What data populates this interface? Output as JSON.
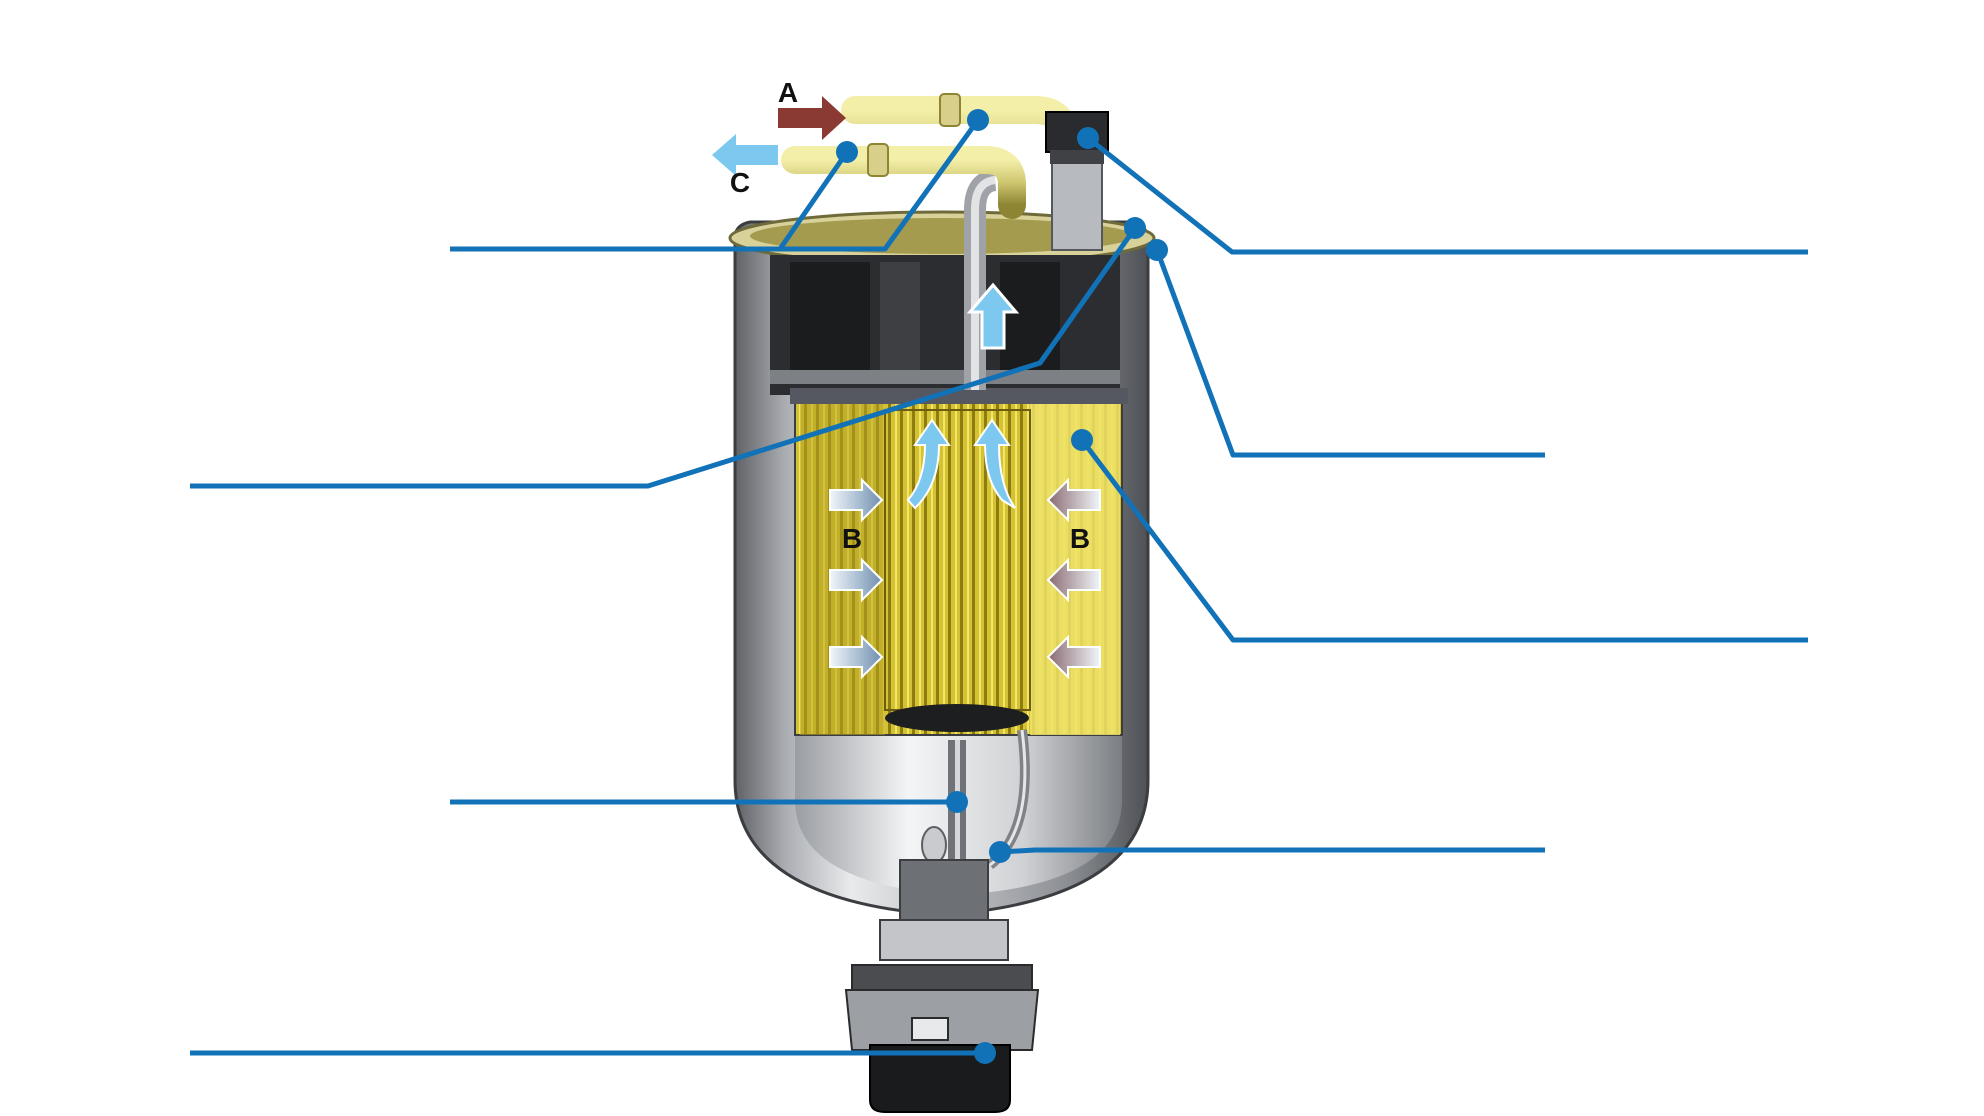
{
  "diagram": {
    "flow_labels": {
      "inlet": "A",
      "filter_left": "B",
      "filter_right": "B",
      "outlet": "C"
    },
    "colors": {
      "leader": "#1272b8",
      "inlet_arrow": "#8a3a32",
      "clean_flow": "#7cc8ef",
      "filter_media": "#e8d84a",
      "housing": "#b9bcc2"
    }
  }
}
